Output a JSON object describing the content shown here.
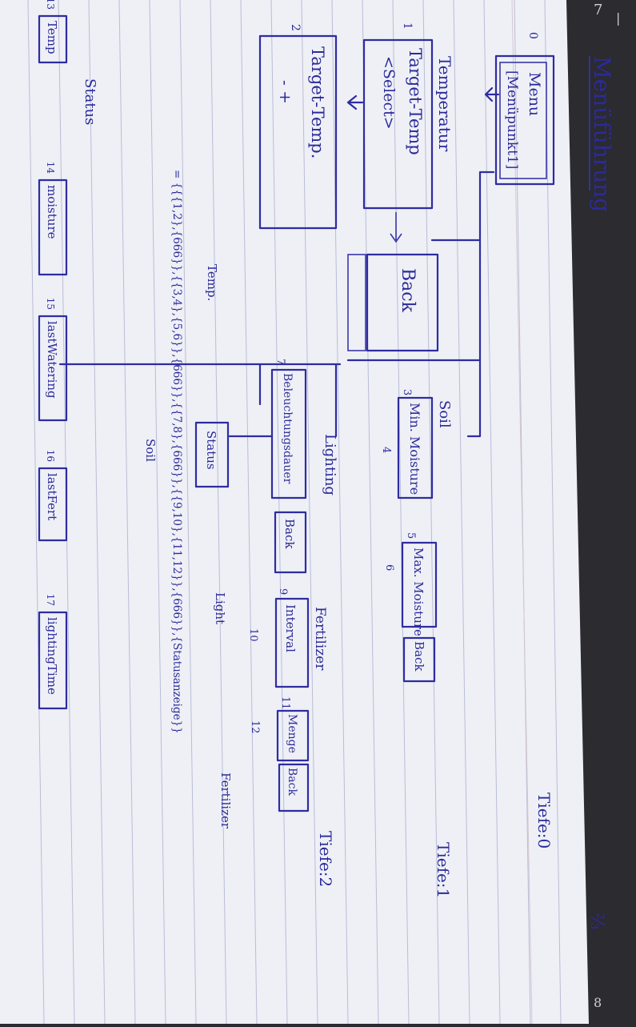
{
  "title": "Menüführung",
  "levels": [
    "Tiefe:0",
    "Tiefe:1",
    "Tiefe:2"
  ],
  "menu": {
    "label": "Menu",
    "sub": "[Menüpunkt1]",
    "num": "0"
  },
  "temperature": {
    "header": "Temperatur",
    "target_select": {
      "line1": "Target-Temp",
      "line2": "<Select>",
      "num": "1"
    },
    "target_edit": {
      "line1": "Target-Temp.",
      "line2": "-        +",
      "num": "2"
    },
    "back": {
      "label": "Back"
    }
  },
  "soil": {
    "header": "Soil",
    "min_moisture": {
      "label": "Min. Moisture",
      "num": "3"
    },
    "max_moisture": {
      "label": "Max. Moisture",
      "num": "5"
    },
    "back": {
      "label": "Back"
    },
    "num_after_min": "4",
    "num_after_max": "6"
  },
  "lighting": {
    "header": "Lighting",
    "duration": {
      "label": "Beleuchtungsdauer",
      "num": "7"
    },
    "back": {
      "label": "Back"
    }
  },
  "fertilizer": {
    "header": "Fertilizer",
    "interval": {
      "label": "Interval",
      "num": "9"
    },
    "menge": {
      "label": "Menge",
      "num": "11"
    },
    "back": {
      "label": "Back"
    },
    "num_after_interval": "10",
    "num_after_menge": "12"
  },
  "status_box": "Status",
  "status_header": "Status",
  "variables": [
    {
      "num": "13",
      "label": "Temp"
    },
    {
      "num": "14",
      "label": "moisture"
    },
    {
      "num": "15",
      "label": "lastWatering"
    },
    {
      "num": "16",
      "label": "lastFert"
    },
    {
      "num": "17",
      "label": "lightingTime"
    }
  ],
  "formula": "= {{{1,2},{666}},{{3,4},{5,6}},{666}},{{7,8},{666}},{{9,10},{11,12}},{666}},{Statusanzeige}}",
  "formula_labels": {
    "temp": "Temp.",
    "soil": "Soil",
    "light": "Light",
    "fertilizer": "Fertilizer"
  }
}
